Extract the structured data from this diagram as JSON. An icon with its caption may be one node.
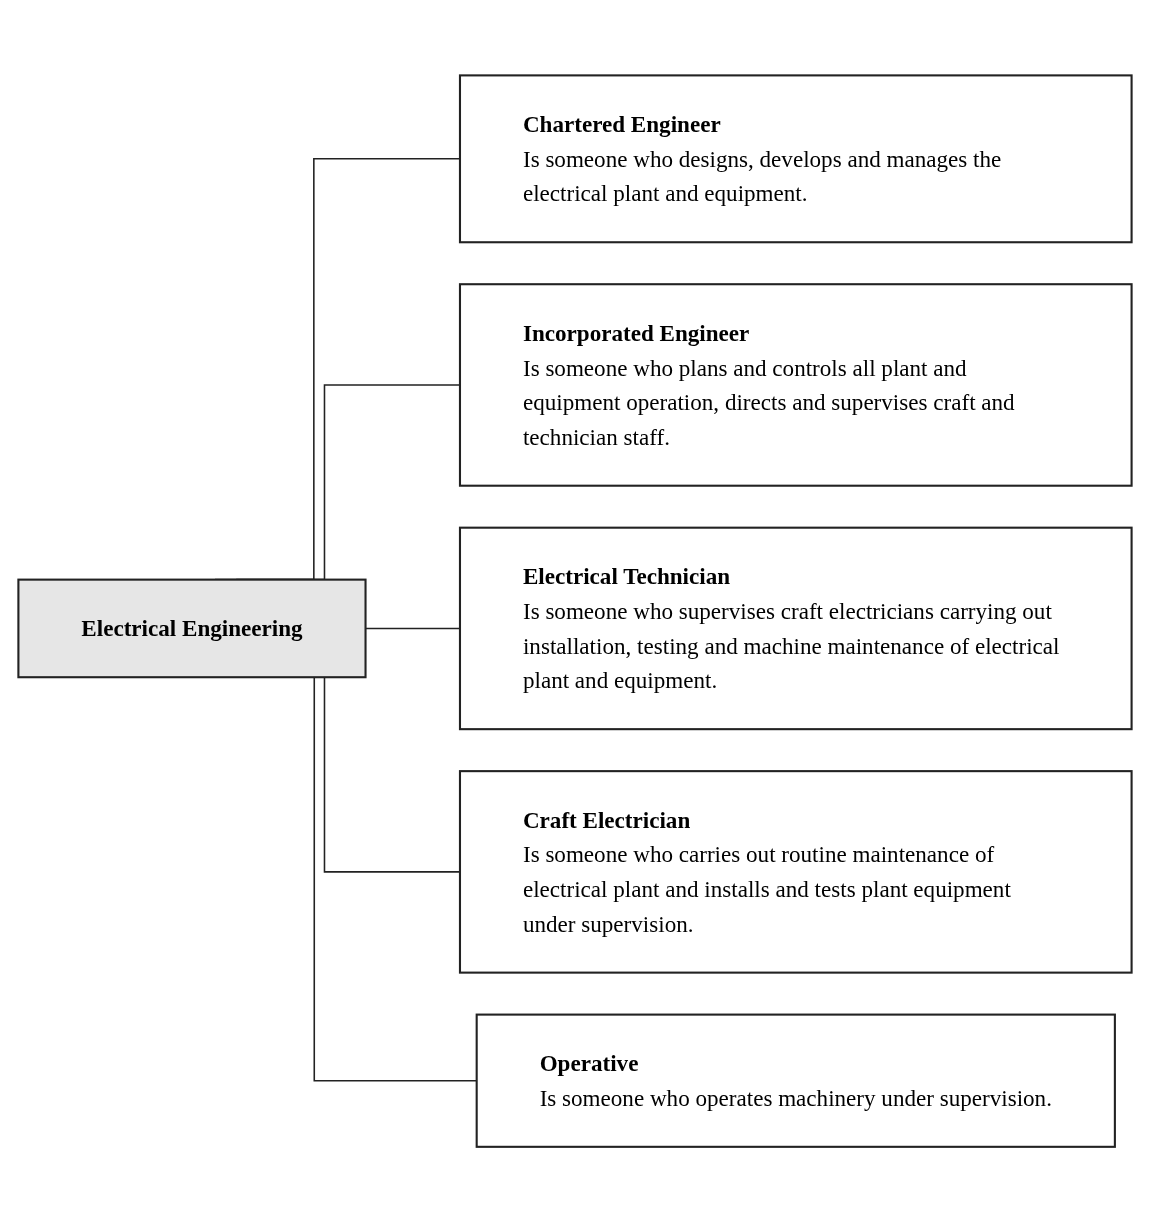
{
  "diagram": {
    "nodes": [
      {
        "text": [
          "Electrical Engineering"
        ]
      },
      {
        "text": [
          "Chartered Engineer",
          "Is someone who designs, develops and manages the electrical plant and equipment."
        ]
      },
      {
        "text": [
          "Incorporated Engineer",
          "Is someone who plans and controls all plant and equipment operation, directs and supervises craft and technician staff."
        ]
      },
      {
        "text": [
          "Electrical Technician",
          "Is someone who supervises craft electricians carrying out installation, testing and machine maintenance of electrical plant and equipment."
        ]
      },
      {
        "text": [
          "Craft Electrician",
          "Is someone who carries out routine maintenance of electrical plant and installs and tests plant equipment under supervision."
        ]
      },
      {
        "text": [
          "Operative",
          "Is someone who operates machinery under supervision."
        ]
      }
    ],
    "edges": [
      {
        "from": 0,
        "to": 1,
        "arrow": "none"
      },
      {
        "from": 0,
        "to": 2,
        "arrow": "none"
      },
      {
        "from": 0,
        "to": 3,
        "arrow": "none"
      },
      {
        "from": 0,
        "to": 4,
        "arrow": "none"
      },
      {
        "from": 0,
        "to": 5,
        "arrow": "none"
      }
    ]
  }
}
